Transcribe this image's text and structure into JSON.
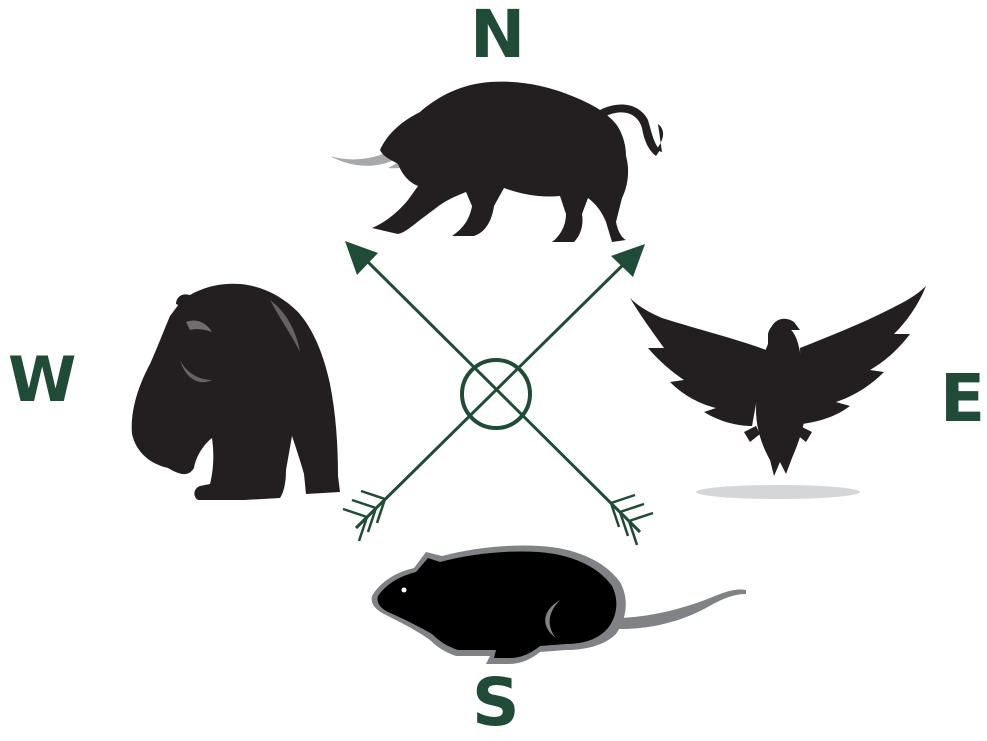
{
  "compass": {
    "north": "N",
    "west": "W",
    "east": "E",
    "south": "S"
  },
  "colors": {
    "accent": "#1f4b37",
    "silhouette": "#231f20",
    "horn": "#a7a9ac",
    "rat_outline": "#808285",
    "shadow": "#d4d6d8"
  },
  "icons": {
    "north": "bull-icon",
    "west": "bear-icon",
    "east": "eagle-icon",
    "south": "rat-icon",
    "center": "crossed-arrows-icon"
  }
}
